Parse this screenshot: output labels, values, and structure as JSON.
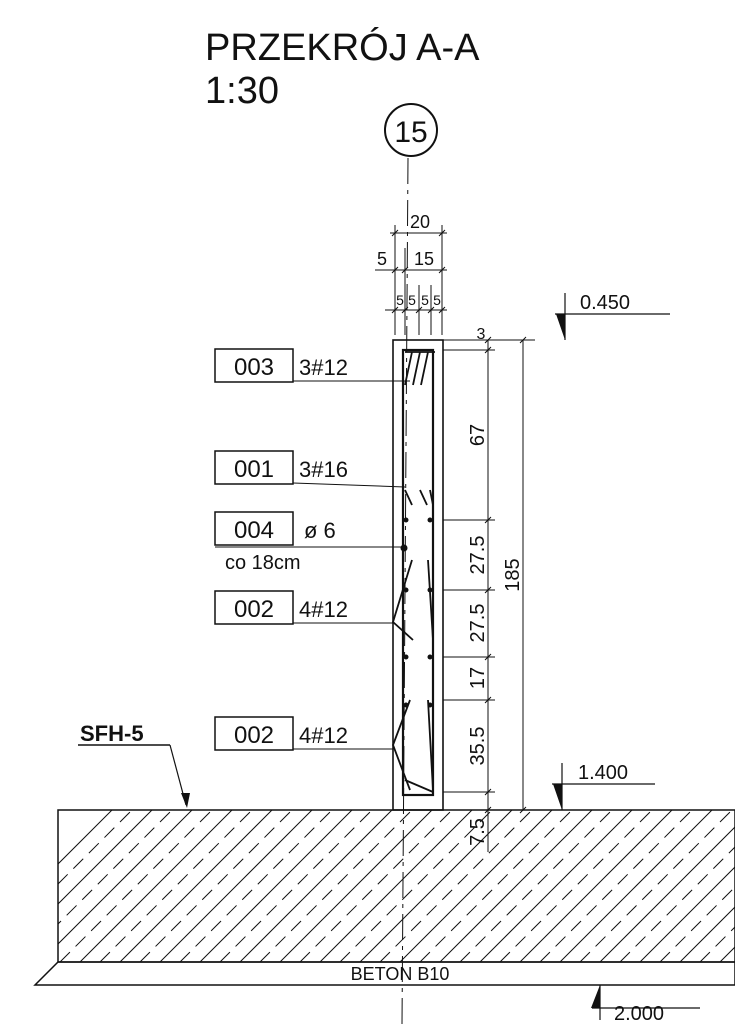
{
  "title": "PRZEKRÓJ  A-A",
  "scale": "1:30",
  "detail_number": "15",
  "top_dims": [
    "20",
    "5",
    "15",
    "5",
    "5",
    "5",
    "5"
  ],
  "levels": [
    "0.450",
    "1.400",
    "2.000"
  ],
  "bar_marks": [
    {
      "code": "003",
      "desc": "3#12"
    },
    {
      "code": "001",
      "desc": "3#16"
    },
    {
      "code": "004",
      "desc": "ø 6",
      "note": "co  18cm"
    },
    {
      "code": "002",
      "desc": "4#12"
    },
    {
      "code": "002",
      "desc": "4#12"
    }
  ],
  "vertical_dims": [
    "3",
    "67",
    "27.5",
    "27.5",
    "17",
    "35.5",
    "7.5"
  ],
  "overall_height": "185",
  "ground_label": "SFH-5",
  "base_label": "BETON  B10"
}
